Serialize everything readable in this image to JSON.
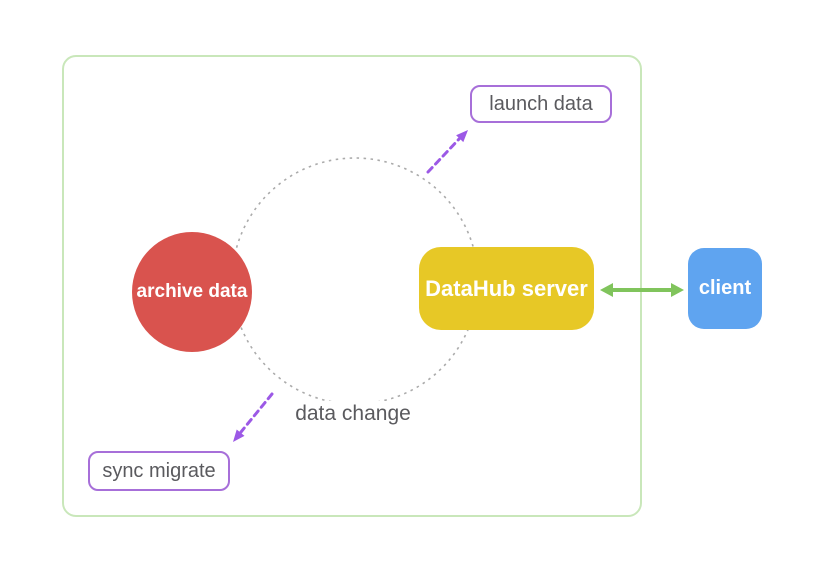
{
  "nodes": {
    "archive_data": {
      "label": "archive data",
      "shape": "circle",
      "fill": "#D9534E",
      "text_color": "#FFFFFF"
    },
    "datahub_server": {
      "label": "DataHub server",
      "shape": "rounded-rect",
      "fill": "#E7C826",
      "text_color": "#FFFFFF"
    },
    "client": {
      "label": "client",
      "shape": "rounded-rect",
      "fill": "#5FA4F0",
      "text_color": "#FFFFFF"
    },
    "launch_data": {
      "label": "launch data",
      "shape": "outlined-rect",
      "border_color": "#A76FD9",
      "text_color": "#5A5A5E"
    },
    "sync_migrate": {
      "label": "sync migrate",
      "shape": "outlined-rect",
      "border_color": "#A76FD9",
      "text_color": "#5A5A5E"
    }
  },
  "annotations": {
    "data_change": "data change"
  },
  "connectors": [
    {
      "name": "cycle-dotted-circle",
      "style": "dotted-circle",
      "color": "#ABABAB",
      "label": "data change"
    },
    {
      "name": "arrow-to-launch-data",
      "style": "dashed-arrow",
      "color": "#9C59E6",
      "from": "cycle-dotted-circle",
      "to": "launch_data"
    },
    {
      "name": "arrow-to-sync-migrate",
      "style": "dashed-arrow",
      "color": "#9C59E6",
      "from": "cycle-dotted-circle",
      "to": "sync_migrate"
    },
    {
      "name": "server-client-arrow",
      "style": "double-headed-arrow",
      "color": "#80C45C",
      "from": "datahub_server",
      "to": "client"
    }
  ],
  "colors": {
    "frame_border": "#C9E7BA",
    "node_red": "#D9534E",
    "node_yellow": "#E7C826",
    "node_blue": "#5FA4F0",
    "outline_purple": "#A76FD9",
    "arrow_purple": "#9C59E6",
    "arrow_green": "#80C45C",
    "circle_gray": "#ABABAB",
    "text_gray": "#5A5A5E",
    "node_text": "#FFFFFF"
  }
}
